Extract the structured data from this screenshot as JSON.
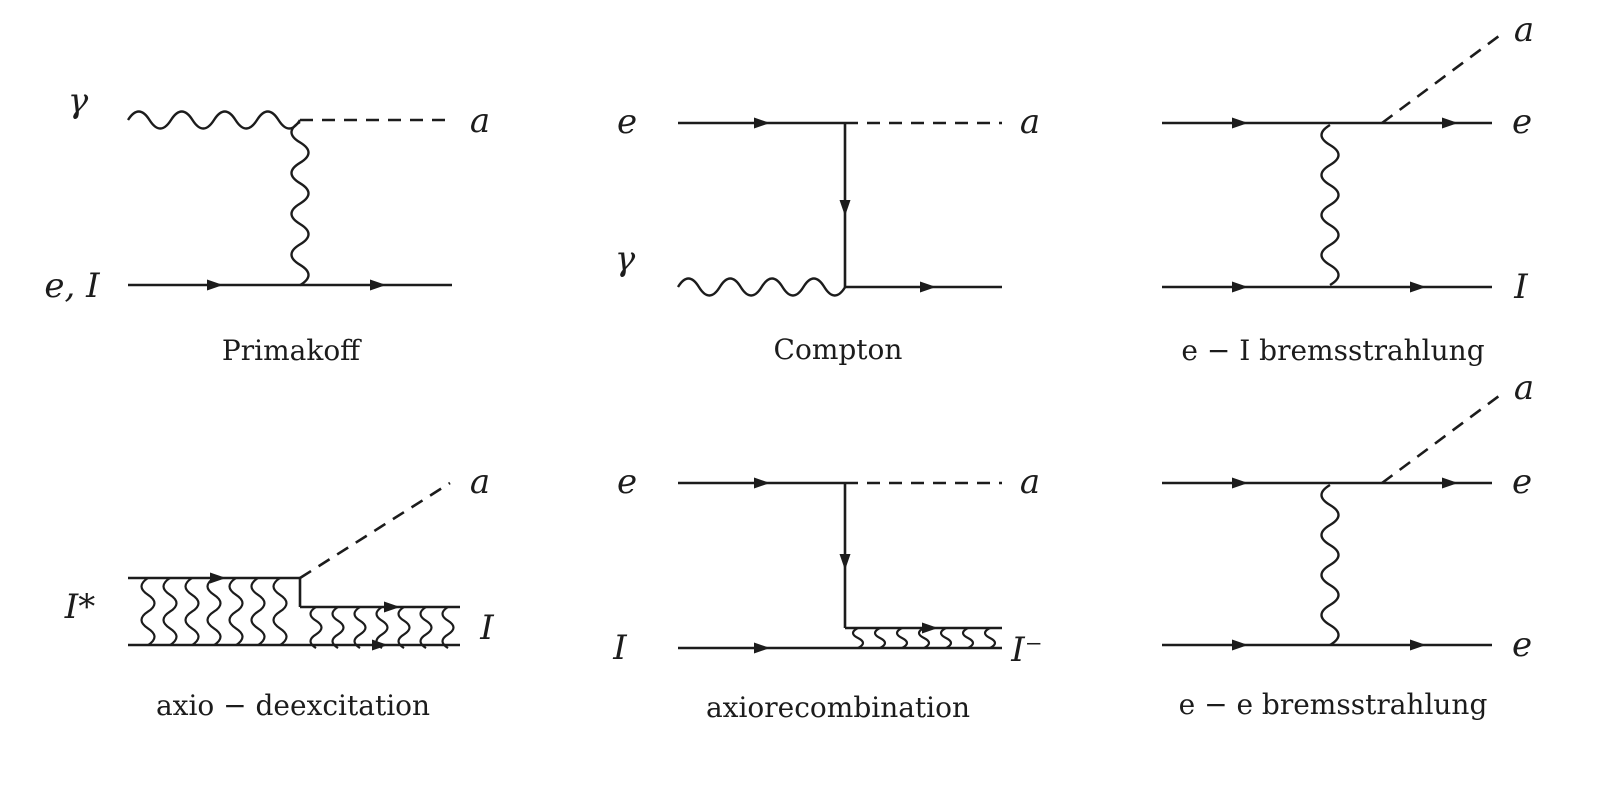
{
  "figure": {
    "background": "#ffffff",
    "ink": "#1c1c1c"
  },
  "diagrams": {
    "primakoff": {
      "title": "Primakoff",
      "labels": {
        "photon_in": "γ",
        "fermion_in": "e, I",
        "axion_out": "a"
      }
    },
    "compton": {
      "title": "Compton",
      "labels": {
        "electron_in": "e",
        "photon_in": "γ",
        "axion_out": "a"
      }
    },
    "e_i_bremsstrahlung": {
      "title": "e − I  bremsstrahlung",
      "labels": {
        "axion_out": "a",
        "electron_out": "e",
        "ion_out": "I"
      }
    },
    "axio_deexcitation": {
      "title": "axio − deexcitation",
      "labels": {
        "excited_ion_in": "I*",
        "axion_out": "a",
        "ion_out": "I"
      }
    },
    "axiorecombination": {
      "title": "axiorecombination",
      "labels": {
        "electron_in": "e",
        "ion_in": "I",
        "axion_out": "a",
        "ion_out": "I⁻"
      }
    },
    "e_e_bremsstrahlung": {
      "title": "e − e  bremsstrahlung",
      "labels": {
        "axion_out": "a",
        "electron_out_top": "e",
        "electron_out_bottom": "e"
      }
    }
  }
}
